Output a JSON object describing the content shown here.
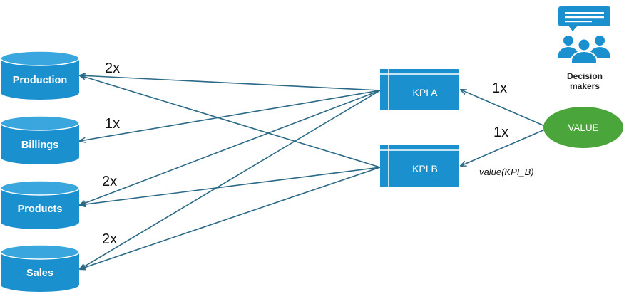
{
  "databases": [
    {
      "id": "production",
      "label": "Production"
    },
    {
      "id": "billings",
      "label": "Billings"
    },
    {
      "id": "products",
      "label": "Products"
    },
    {
      "id": "sales",
      "label": "Sales"
    }
  ],
  "multipliers": {
    "production": "2x",
    "billings": "1x",
    "products": "2x",
    "sales": "2x",
    "kpi_a": "1x",
    "kpi_b": "1x"
  },
  "kpis": [
    {
      "id": "kpi_a",
      "label": "KPI A"
    },
    {
      "id": "kpi_b",
      "label": "KPI B"
    }
  ],
  "value_node": {
    "label": "VALUE"
  },
  "value_formula": "value(KPI_B)",
  "decision_makers": {
    "line1": "Decision",
    "line2": "makers",
    "icon": "decision-makers-icon"
  },
  "colors": {
    "database": "#1a90cf",
    "database_top": "#3aa6de",
    "kpi": "#1a90cf",
    "arrow": "#2b6a87",
    "value": "#4aa63a",
    "icon": "#1a90cf"
  }
}
